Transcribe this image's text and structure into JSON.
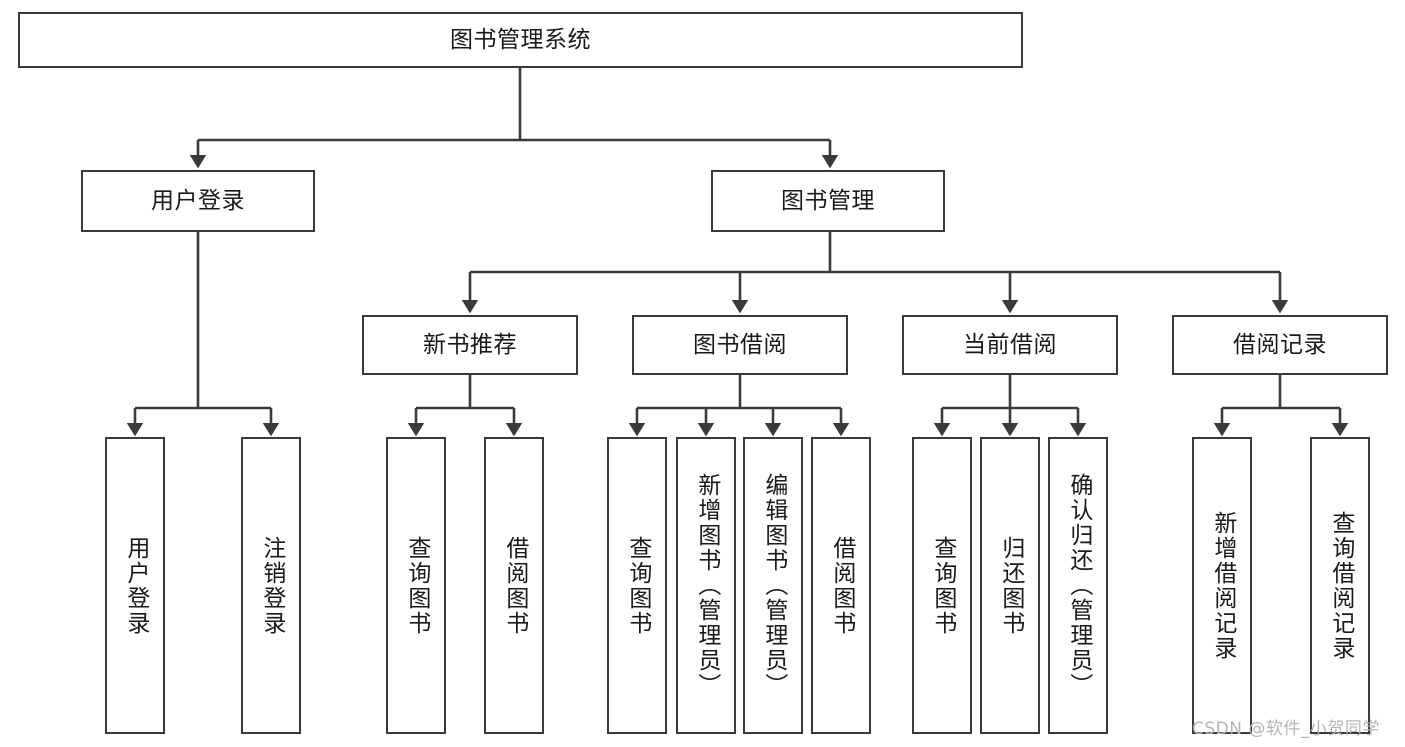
{
  "diagram": {
    "title": "图书管理系统",
    "type": "functional-structure-tree",
    "watermark": "CSDN @软件_小贺同学",
    "colors": {
      "background": "#ffffff",
      "box_border": "#3a3a3a",
      "box_fill": "#ffffff",
      "edge": "#3a3a3a",
      "text": "#1a1a1a",
      "watermark": "#b6b6b6"
    },
    "levels": {
      "root": {
        "label": "图书管理系统"
      },
      "level2": [
        {
          "id": "user-login",
          "label": "用户登录"
        },
        {
          "id": "book-manage",
          "label": "图书管理"
        }
      ],
      "level3": [
        {
          "id": "new-book-recommend",
          "label": "新书推荐",
          "parent": "book-manage"
        },
        {
          "id": "book-borrow",
          "label": "图书借阅",
          "parent": "book-manage"
        },
        {
          "id": "current-borrow",
          "label": "当前借阅",
          "parent": "book-manage"
        },
        {
          "id": "borrow-record",
          "label": "借阅记录",
          "parent": "book-manage"
        }
      ],
      "leaves": [
        {
          "id": "leaf-user-login",
          "label": "用户登录",
          "parent": "user-login"
        },
        {
          "id": "leaf-logout-login",
          "label": "注销登录",
          "parent": "user-login"
        },
        {
          "id": "leaf-query-book-1",
          "label": "查询图书",
          "parent": "new-book-recommend"
        },
        {
          "id": "leaf-borrow-book-1",
          "label": "借阅图书",
          "parent": "new-book-recommend"
        },
        {
          "id": "leaf-query-book-2",
          "label": "查询图书",
          "parent": "book-borrow"
        },
        {
          "id": "leaf-add-book",
          "label": "新增图书（管理员）",
          "parent": "book-borrow"
        },
        {
          "id": "leaf-edit-book",
          "label": "编辑图书（管理员）",
          "parent": "book-borrow"
        },
        {
          "id": "leaf-borrow-book-2",
          "label": "借阅图书",
          "parent": "book-borrow"
        },
        {
          "id": "leaf-query-book-3",
          "label": "查询图书",
          "parent": "current-borrow"
        },
        {
          "id": "leaf-return-book",
          "label": "归还图书",
          "parent": "current-borrow"
        },
        {
          "id": "leaf-confirm-return",
          "label": "确认归还（管理员）",
          "parent": "current-borrow"
        },
        {
          "id": "leaf-add-record",
          "label": "新增借阅记录",
          "parent": "borrow-record"
        },
        {
          "id": "leaf-query-record",
          "label": "查询借阅记录",
          "parent": "borrow-record"
        }
      ]
    }
  }
}
